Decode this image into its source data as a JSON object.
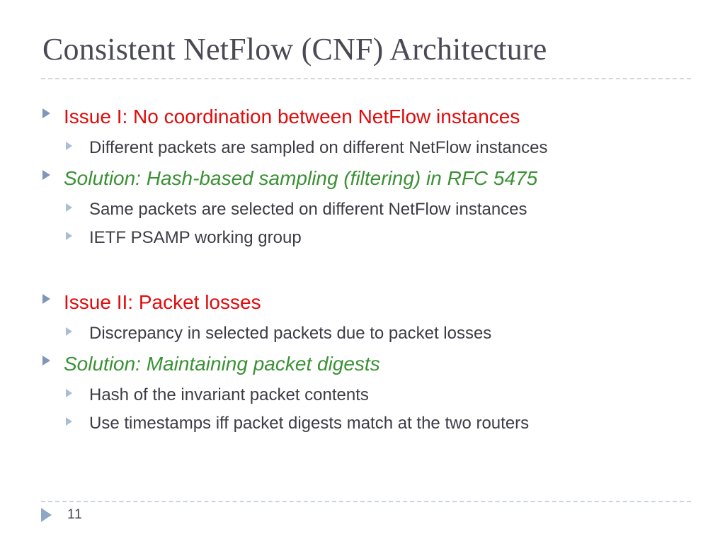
{
  "slide": {
    "title": "Consistent NetFlow (CNF) Architecture",
    "page_number": "11",
    "colors": {
      "title": "#4a4a55",
      "issue_red": "#e00b0b",
      "solution_green": "#3a9134",
      "body_text": "#3c3c46",
      "bullet_level1": "#7e96b8",
      "bullet_level2": "#a9bdd6",
      "rule": "#d4d6dc",
      "background": "#ffffff"
    },
    "bullets": [
      {
        "level": 1,
        "style": "issue",
        "text": "Issue I: No coordination between NetFlow instances"
      },
      {
        "level": 2,
        "style": "normal",
        "text": "Different packets are sampled on different NetFlow instances"
      },
      {
        "level": 1,
        "style": "solution",
        "text": "Solution: Hash-based sampling (filtering) in RFC 5475"
      },
      {
        "level": 2,
        "style": "normal",
        "text": "Same packets are selected on different NetFlow instances"
      },
      {
        "level": 2,
        "style": "normal",
        "text": "IETF PSAMP working group"
      },
      {
        "level": 0,
        "style": "spacer",
        "text": ""
      },
      {
        "level": 1,
        "style": "issue",
        "text": "Issue II:  Packet losses"
      },
      {
        "level": 2,
        "style": "normal",
        "text": "Discrepancy in selected packets due to packet losses"
      },
      {
        "level": 1,
        "style": "solution",
        "text": "Solution: Maintaining packet digests"
      },
      {
        "level": 2,
        "style": "normal",
        "text": "Hash of the invariant packet contents"
      },
      {
        "level": 2,
        "style": "normal",
        "text": "Use timestamps iff packet digests match at the two routers"
      }
    ]
  }
}
